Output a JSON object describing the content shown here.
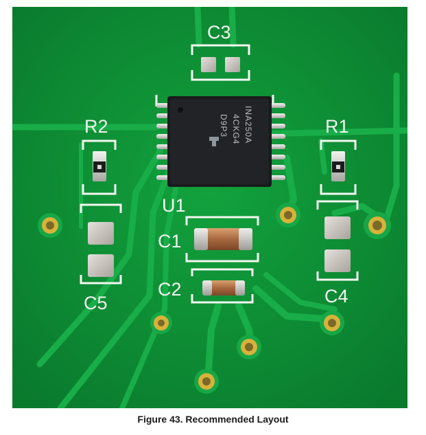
{
  "figure": {
    "caption": "Figure 43.  Recommended Layout",
    "labels": {
      "c3": "C3",
      "r2": "R2",
      "r1": "R1",
      "u1": "U1",
      "c1": "C1",
      "c2": "C2",
      "c4": "C4",
      "c5": "C5"
    },
    "chip_marking": {
      "line1": "INA250A",
      "line2": "4CKG4",
      "line3": "D9P3"
    },
    "colors": {
      "board": "#0c8f36",
      "trace": "#16a844",
      "silkscreen": "#f4f6f2",
      "pad": "#c9c4bd",
      "via_ring": "#d9b23a"
    }
  }
}
